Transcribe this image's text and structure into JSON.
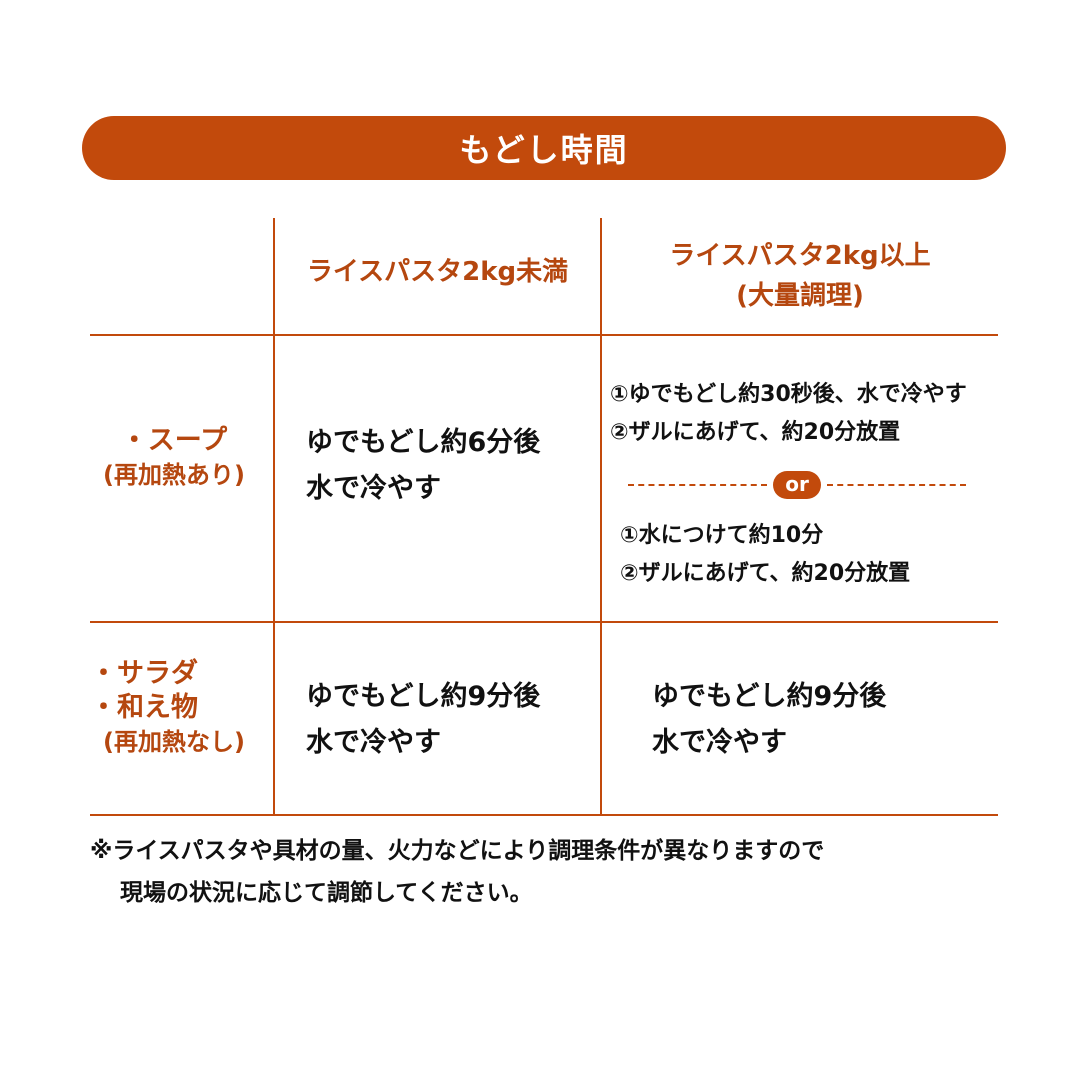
{
  "banner": {
    "title": "もどし時間"
  },
  "columns": [
    {
      "label": "ライスパスタ2kg未満"
    },
    {
      "label_line1": "ライスパスタ2kg以上",
      "label_line2": "(大量調理)"
    }
  ],
  "rows": [
    {
      "label_main": "・スープ",
      "label_sub": "(再加熱あり)",
      "cell1": {
        "line1": "ゆでもどし約6分後",
        "line2": "水で冷やす"
      },
      "cell2": {
        "option_a": [
          "①ゆでもどし約30秒後、水で冷やす",
          "②ザルにあげて、約20分放置"
        ],
        "separator": "or",
        "option_b": [
          "①水につけて約10分",
          "②ザルにあげて、約20分放置"
        ]
      }
    },
    {
      "label_main1": "・サラダ",
      "label_main2": "・和え物",
      "label_sub": "(再加熱なし)",
      "cell1": {
        "line1": "ゆでもどし約9分後",
        "line2": "水で冷やす"
      },
      "cell2": {
        "line1": "ゆでもどし約9分後",
        "line2": "水で冷やす"
      }
    }
  ],
  "note": {
    "line1": "※ライスパスタや具材の量、火力などにより調理条件が異なりますので",
    "line2": "現場の状況に応じて調節してください。"
  },
  "colors": {
    "accent": "#c24a0c",
    "header_text": "#b5470f",
    "body_text": "#111111"
  }
}
